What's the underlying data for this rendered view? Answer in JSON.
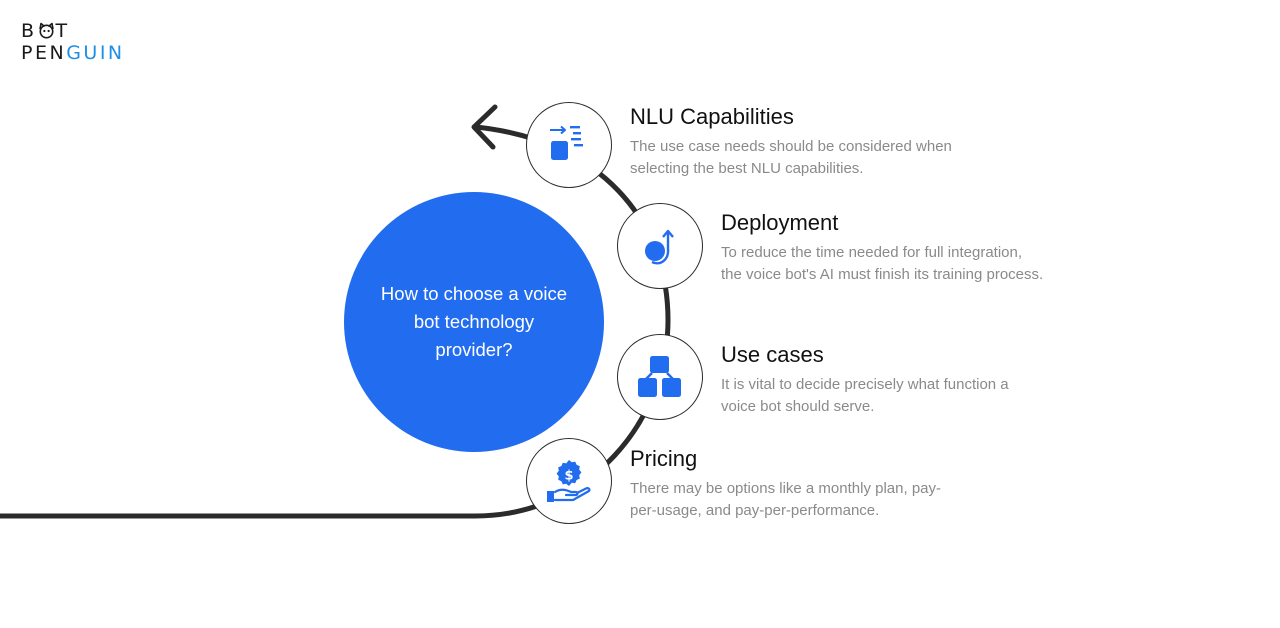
{
  "logo": {
    "line1_start": "B",
    "line1_end": "T",
    "line2_start": "PEN",
    "line2_accent": "GUIN"
  },
  "center": {
    "text": "How to choose a voice bot technology provider?"
  },
  "colors": {
    "accent_blue": "#226cf0",
    "logo_blue": "#1f8fe6",
    "curve": "#2b2b2b",
    "description_gray": "#8a8a8a"
  },
  "items": [
    {
      "title": "NLU Capabilities",
      "desc_line1": "The use case needs should be considered when",
      "desc_line2": "selecting the best NLU capabilities.",
      "icon": "nlu-icon"
    },
    {
      "title": "Deployment",
      "desc_line1": "To reduce the time needed for full integration,",
      "desc_line2": "the voice bot's AI must finish its training process.",
      "icon": "deployment-icon"
    },
    {
      "title": "Use cases",
      "desc_line1": "It is vital to decide precisely what function a",
      "desc_line2": "voice bot should serve.",
      "icon": "use-cases-icon"
    },
    {
      "title": "Pricing",
      "desc_line1": "There may be options like a monthly plan, pay-",
      "desc_line2": "per-usage, and pay-per-performance.",
      "icon": "pricing-icon"
    }
  ]
}
